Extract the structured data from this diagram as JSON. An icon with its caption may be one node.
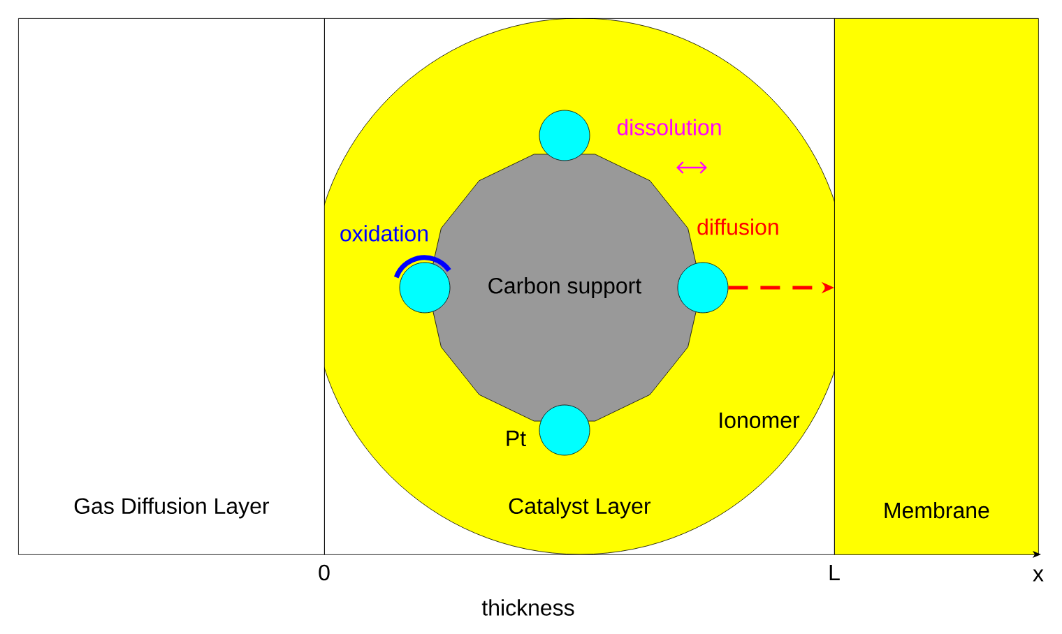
{
  "diagram": {
    "nodes": [
      {
        "text": [
          "Gas Diffusion Layer"
        ]
      },
      {
        "text": [
          "Catalyst Layer"
        ]
      },
      {
        "text": [
          "Membrane"
        ]
      },
      {
        "text": [
          "Carbon support"
        ],
        "in": 1
      },
      {
        "text": [],
        "shape": "circle",
        "in": 1
      },
      {
        "text": [],
        "shape": "circle",
        "in": 1
      },
      {
        "text": [],
        "shape": "circle",
        "in": 1
      },
      {
        "text": [],
        "shape": "circle",
        "in": 1
      }
    ],
    "edges": [
      {
        "from": 6,
        "to": 2,
        "arrow": "to",
        "style": "dashed",
        "color": "#ff0000",
        "label": "diffusion"
      }
    ],
    "labels": [
      "dissolution",
      "oxidation",
      "Ionomer",
      "Pt",
      "0",
      "L",
      "x",
      "thickness"
    ]
  }
}
